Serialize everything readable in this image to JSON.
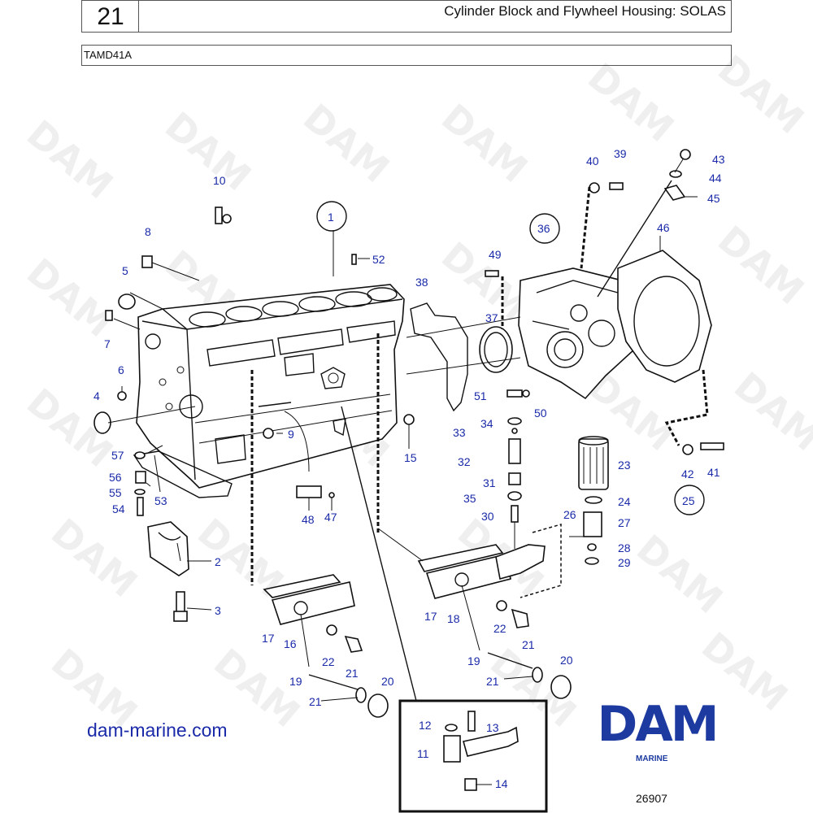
{
  "header": {
    "page_number": "21",
    "title": "Cylinder Block and Flywheel Housing: SOLAS",
    "model": "TAMD41A"
  },
  "watermark": "DAM",
  "callouts": [
    "1",
    "2",
    "3",
    "4",
    "5",
    "6",
    "7",
    "8",
    "9",
    "10",
    "11",
    "12",
    "13",
    "14",
    "15",
    "16",
    "17",
    "17",
    "18",
    "19",
    "19",
    "20",
    "20",
    "21",
    "21",
    "21",
    "21",
    "22",
    "22",
    "23",
    "24",
    "25",
    "26",
    "27",
    "28",
    "29",
    "30",
    "31",
    "32",
    "33",
    "34",
    "35",
    "36",
    "37",
    "38",
    "39",
    "40",
    "41",
    "42",
    "43",
    "44",
    "45",
    "46",
    "47",
    "48",
    "49",
    "50",
    "51",
    "52",
    "53",
    "54",
    "55",
    "56",
    "57"
  ],
  "circled_callouts": [
    "1",
    "25",
    "36"
  ],
  "footer": {
    "website": "dam-marine.com",
    "logo_text": "DAM",
    "logo_subtext": "MARINE",
    "drawing_number": "26907"
  },
  "colors": {
    "callout_text": "#1a2aa8",
    "logo": "#1c3aa0",
    "line_art": "#111111"
  }
}
